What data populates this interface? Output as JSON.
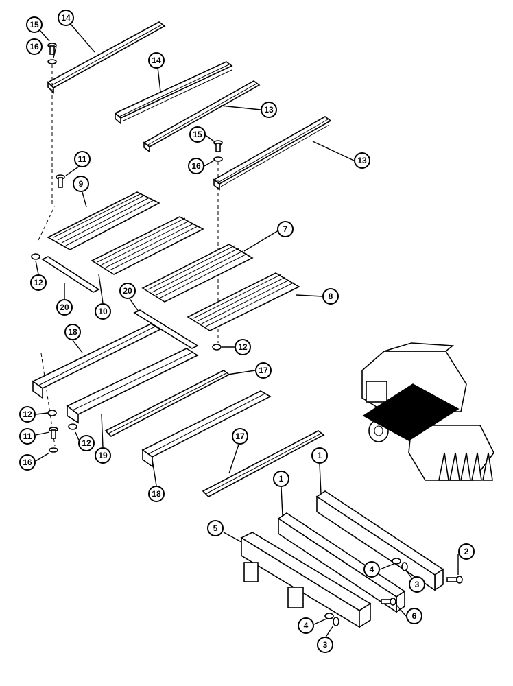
{
  "diagram": {
    "callouts": [
      {
        "label": "15"
      },
      {
        "label": "16"
      },
      {
        "label": "14"
      },
      {
        "label": "14"
      },
      {
        "label": "13"
      },
      {
        "label": "15"
      },
      {
        "label": "16"
      },
      {
        "label": "13"
      },
      {
        "label": "11"
      },
      {
        "label": "9"
      },
      {
        "label": "12"
      },
      {
        "label": "20"
      },
      {
        "label": "10"
      },
      {
        "label": "7"
      },
      {
        "label": "20"
      },
      {
        "label": "8"
      },
      {
        "label": "12"
      },
      {
        "label": "18"
      },
      {
        "label": "17"
      },
      {
        "label": "12"
      },
      {
        "label": "11"
      },
      {
        "label": "12"
      },
      {
        "label": "16"
      },
      {
        "label": "19"
      },
      {
        "label": "18"
      },
      {
        "label": "17"
      },
      {
        "label": "1"
      },
      {
        "label": "1"
      },
      {
        "label": "5"
      },
      {
        "label": "4"
      },
      {
        "label": "2"
      },
      {
        "label": "3"
      },
      {
        "label": "4"
      },
      {
        "label": "3"
      },
      {
        "label": "6"
      }
    ]
  }
}
